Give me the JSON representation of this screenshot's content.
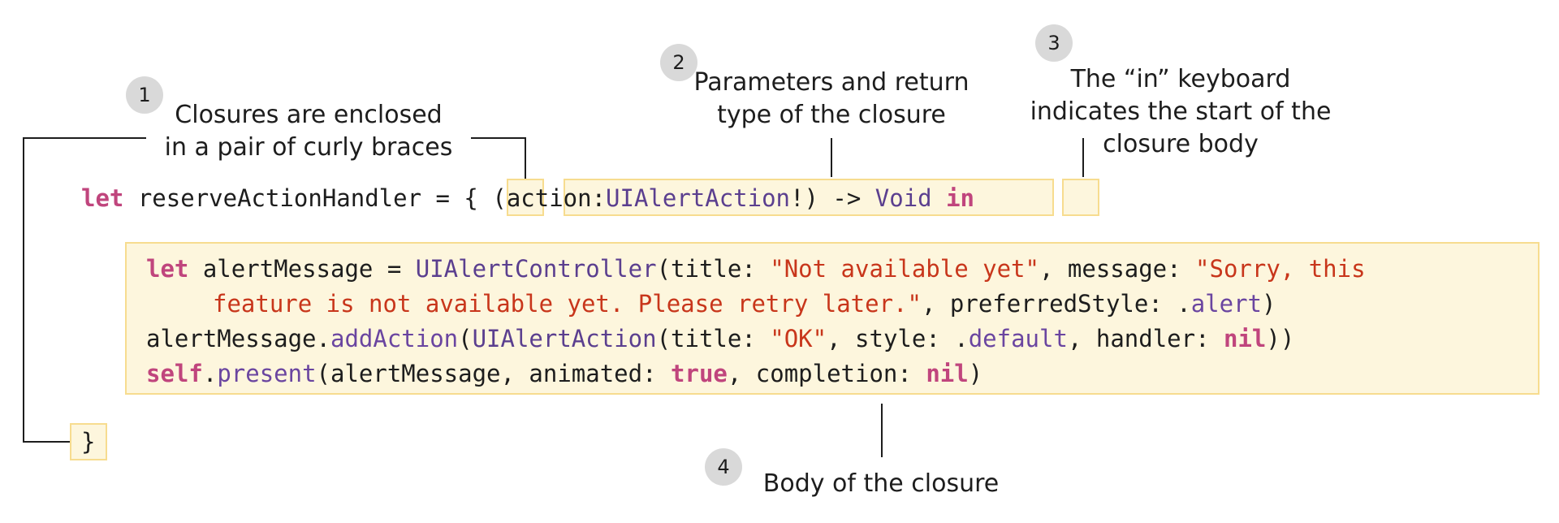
{
  "annotations": [
    {
      "number": "1",
      "lines": [
        "Closures are enclosed",
        "in a pair of curly braces"
      ]
    },
    {
      "number": "2",
      "lines": [
        "Parameters and return",
        "type of the closure"
      ]
    },
    {
      "number": "3",
      "lines": [
        "The “in” keyboard",
        "indicates the start of the",
        "closure body"
      ]
    },
    {
      "number": "4",
      "lines": [
        "Body of the closure"
      ]
    }
  ],
  "code": {
    "header": {
      "let": "let",
      "name": " reserveActionHandler = ",
      "open_brace": "{",
      "space": " (",
      "param": "action:",
      "param_type": "UIAlertAction",
      "param_bang": "!) -> ",
      "return_type": "Void",
      "in_kw": "in"
    },
    "body": {
      "l1_let": "let",
      "l1_a": " alertMessage = ",
      "l1_type": "UIAlertController",
      "l1_b": "(title: ",
      "l1_str1": "\"Not available yet\"",
      "l1_c": ", message: ",
      "l1_str2": "\"Sorry, this",
      "l2_str": "feature is not available yet. Please retry later.\"",
      "l2_a": ", preferredStyle: .",
      "l2_member": "alert",
      "l2_b": ")",
      "l3_a": "alertMessage.",
      "l3_fn": "addAction",
      "l3_b": "(",
      "l3_type": "UIAlertAction",
      "l3_c": "(title: ",
      "l3_str": "\"OK\"",
      "l3_d": ", style: .",
      "l3_member": "default",
      "l3_e": ", handler: ",
      "l3_nil": "nil",
      "l3_f": "))",
      "l4_self": "self",
      "l4_a": ".",
      "l4_fn": "present",
      "l4_b": "(alertMessage, animated: ",
      "l4_true": "true",
      "l4_c": ", completion: ",
      "l4_nil": "nil",
      "l4_d": ")"
    },
    "close_brace": "}"
  }
}
